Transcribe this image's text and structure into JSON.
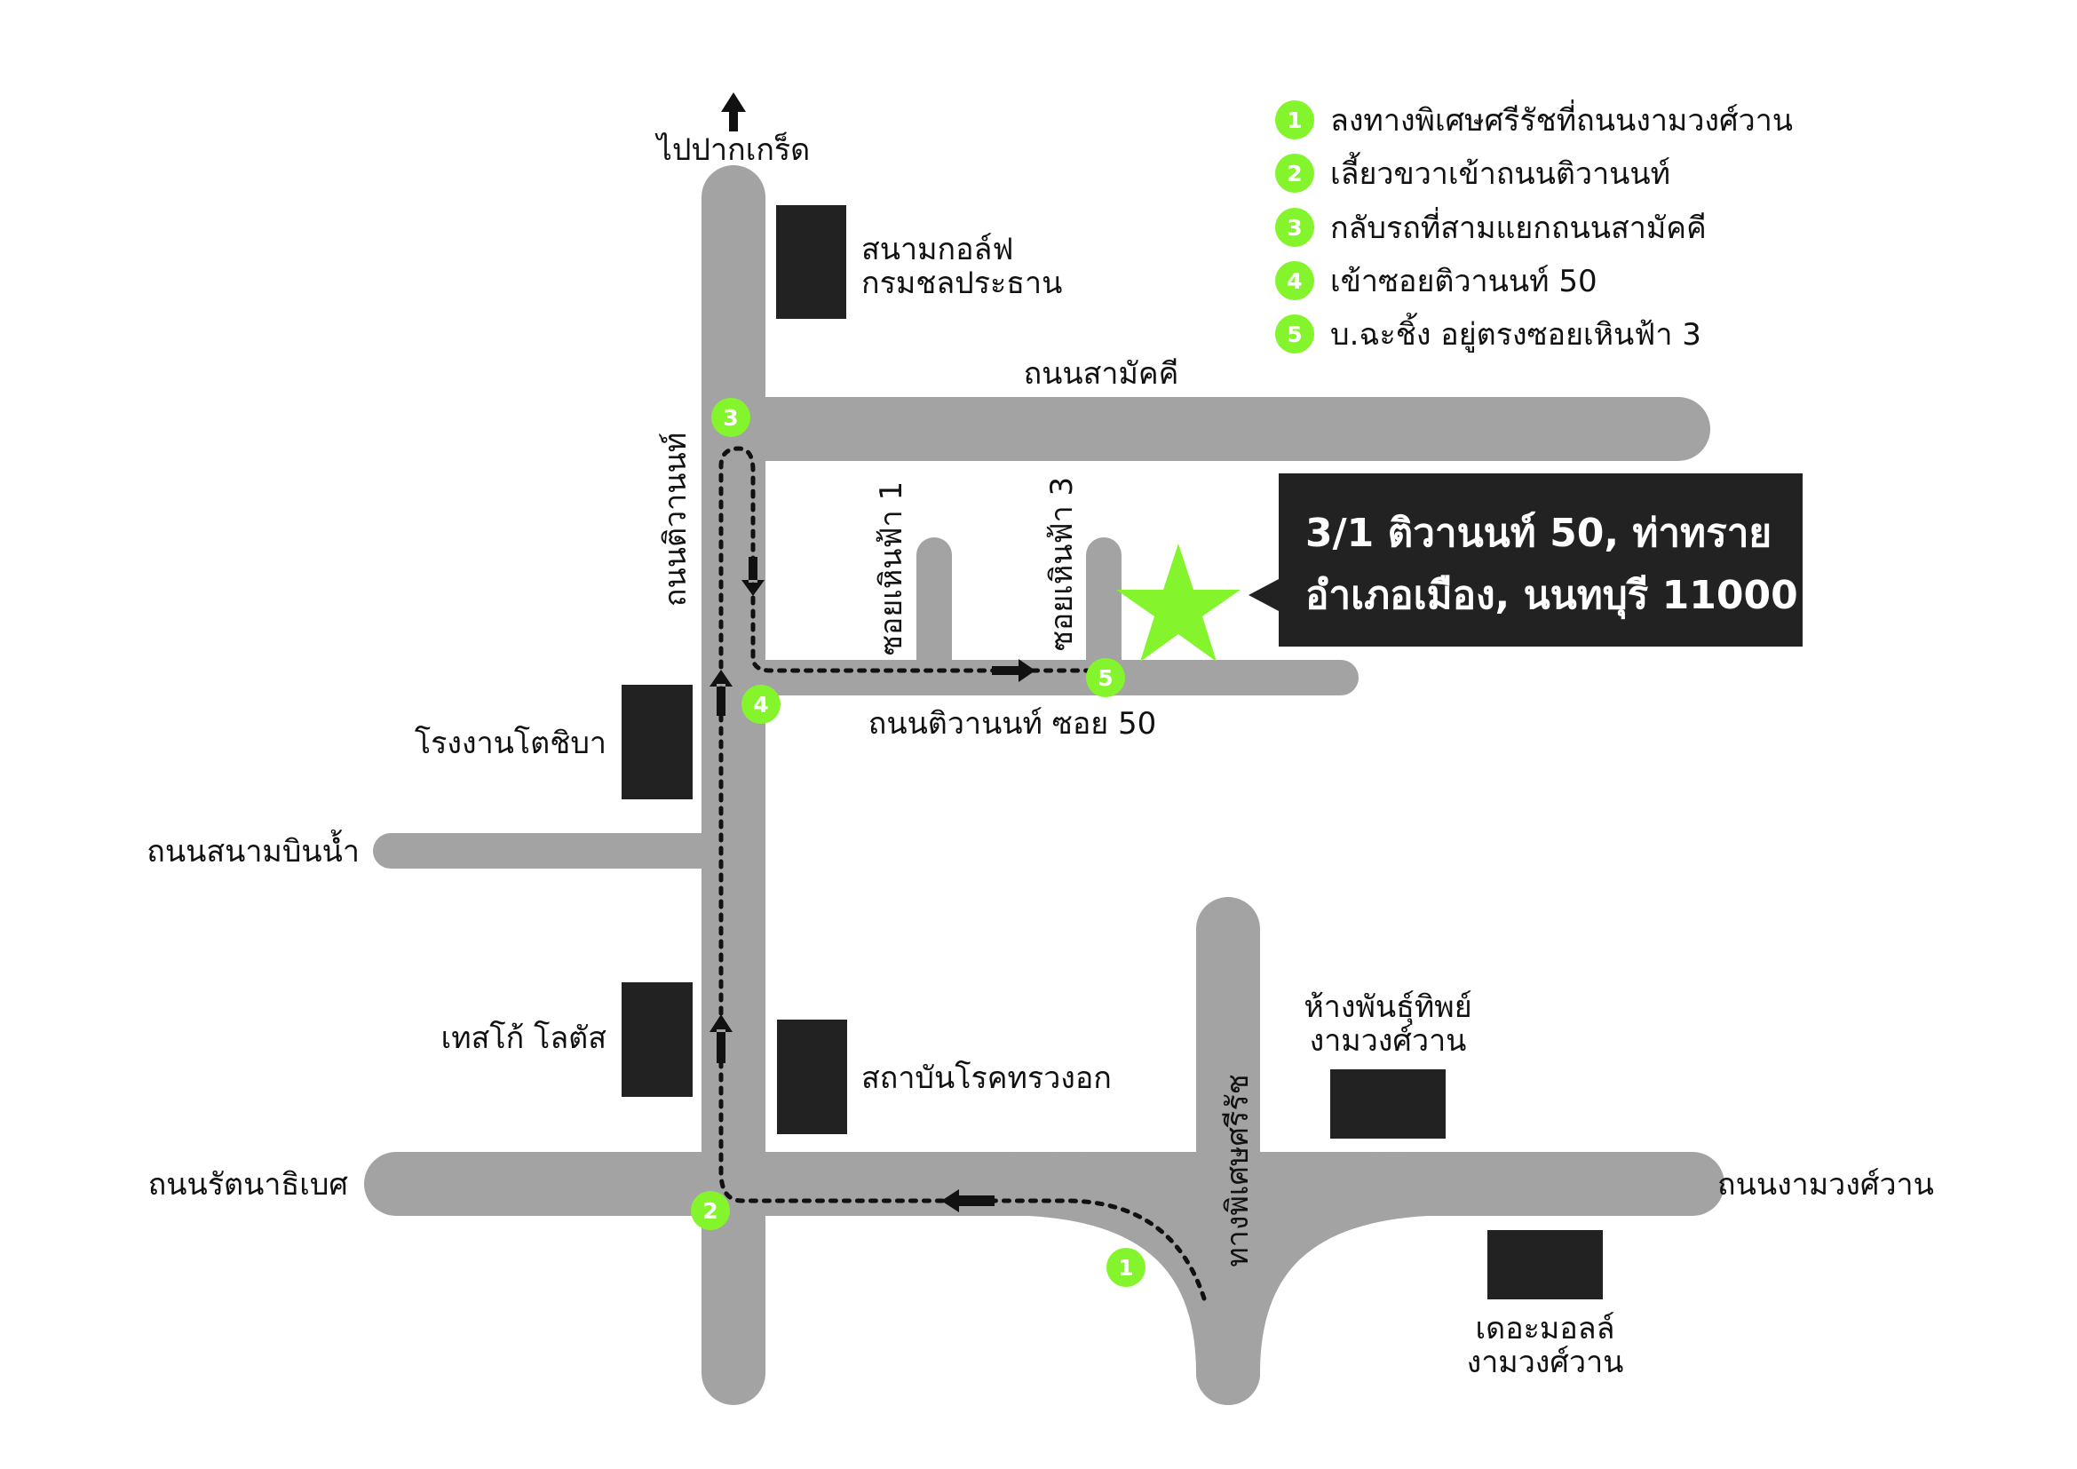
{
  "colors": {
    "road": "#a3a3a3",
    "building": "#222222",
    "accent": "#84f52c",
    "route": "#111111",
    "address_box": "#222222",
    "text": "#111111"
  },
  "north_label": "ไปปากเกร็ด",
  "roads": {
    "tiwanon": "ถนนติวานนท์",
    "samakkhi": "ถนนสามัคคี",
    "tiwanon_soi50": "ถนนติวานนท์ ซอย 50",
    "soi_hern_fa_1": "ซอยเหินฟ้า 1",
    "soi_hern_fa_3": "ซอยเหินฟ้า 3",
    "sanam_bin_nam": "ถนนสนามบินน้ำ",
    "rattanathibet": "ถนนรัตนาธิเบศ",
    "ngamwongwan": "ถนนงามวงศ์วาน",
    "sri_rat_expressway": "ทางพิเศษศรีรัช"
  },
  "landmarks": {
    "golf_line1": "สนามกอล์ฟ",
    "golf_line2": "กรมชลประธาน",
    "toshiba": "โรงงานโตชิบา",
    "tesco": "เทสโก้ โลตัส",
    "chest_institute": "สถาบันโรคทรวงอก",
    "tip_line1": "ห้างพันธุ์ทิพย์",
    "tip_line2": "งามวงศ์วาน",
    "mall_line1": "เดอะมอลล์",
    "mall_line2": "งามวงศ์วาน"
  },
  "legend": [
    {
      "num": "1",
      "text": "ลงทางพิเศษศรีรัชที่ถนนงามวงศ์วาน"
    },
    {
      "num": "2",
      "text": "เลี้ยวขวาเข้าถนนติวานนท์"
    },
    {
      "num": "3",
      "text": "กลับรถที่สามแยกถนนสามัคคี"
    },
    {
      "num": "4",
      "text": "เข้าซอยติวานนท์ 50"
    },
    {
      "num": "5",
      "text": "บ.ฉะชิ้ง อยู่ตรงซอยเหินฟ้า 3"
    }
  ],
  "markers": [
    "1",
    "2",
    "3",
    "4",
    "5"
  ],
  "address": {
    "line1": "3/1 ติวานนท์ 50, ท่าทราย",
    "line2": "อำเภอเมือง, นนทบุรี  11000"
  },
  "icons": {
    "destination": "star-icon",
    "north": "arrow-up-icon",
    "direction": "route-arrow-icon"
  }
}
